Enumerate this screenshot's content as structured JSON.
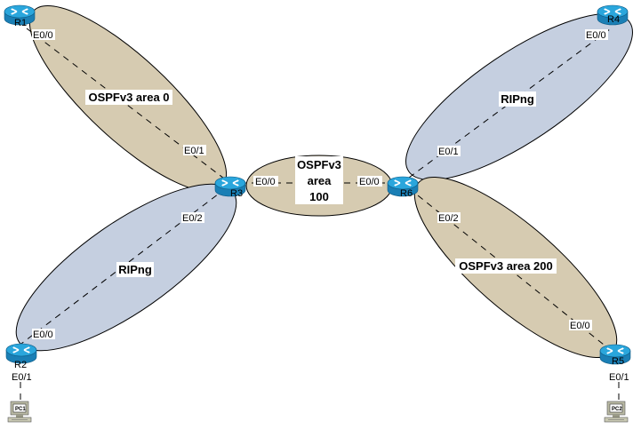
{
  "colors": {
    "ospf_area": "#d6cbb1",
    "ripng_area": "#c5cfe0",
    "router_top": "#2aa6dc",
    "router_side": "#1a7fb5"
  },
  "areas": [
    {
      "id": "ospf0",
      "label": "OSPFv3 area 0",
      "protocol": "ospf"
    },
    {
      "id": "ospf100",
      "label_lines": [
        "OSPFv3",
        "area",
        "100"
      ],
      "protocol": "ospf"
    },
    {
      "id": "ospf200",
      "label": "OSPFv3 area 200",
      "protocol": "ospf"
    },
    {
      "id": "rip_left",
      "label": "RIPng",
      "protocol": "ripng"
    },
    {
      "id": "rip_right",
      "label": "RIPng",
      "protocol": "ripng"
    }
  ],
  "routers": [
    {
      "name": "R1"
    },
    {
      "name": "R2"
    },
    {
      "name": "R3"
    },
    {
      "name": "R4"
    },
    {
      "name": "R5"
    },
    {
      "name": "R6"
    }
  ],
  "pcs": [
    {
      "name": "PC1"
    },
    {
      "name": "PC2"
    }
  ],
  "interfaces": {
    "r1_e00": "E0/0",
    "r3_e01": "E0/1",
    "r3_e00": "E0/0",
    "r3_e02": "E0/2",
    "r2_e00": "E0/0",
    "r2_e01": "E0/1",
    "r6_e00": "E0/0",
    "r6_e01": "E0/1",
    "r6_e02": "E0/2",
    "r4_e00": "E0/0",
    "r5_e00": "E0/0",
    "r5_e01": "E0/1"
  }
}
